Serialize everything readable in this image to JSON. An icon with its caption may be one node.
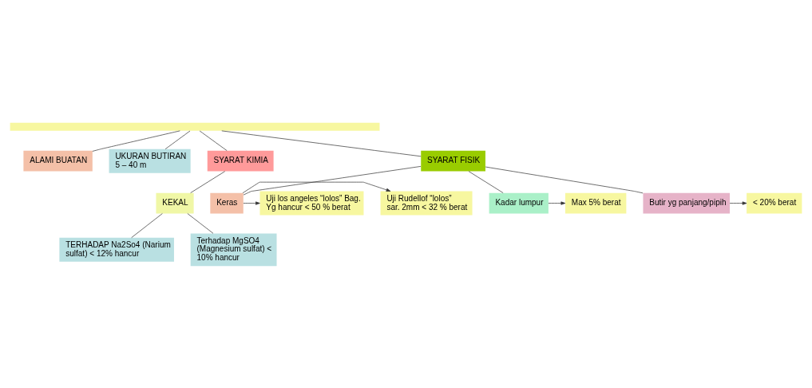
{
  "diagram": {
    "nodes": [
      {
        "text": [],
        "shape": "bar"
      },
      {
        "text": [
          "ALAMI BUATAN"
        ]
      },
      {
        "text": [
          "UKURAN BUTIRAN",
          "5 – 40 m"
        ]
      },
      {
        "text": [
          "SYARAT KIMIA"
        ]
      },
      {
        "text": [
          "KEKAL"
        ]
      },
      {
        "text": [
          "TERHADAP Na2So4 (Narium sulfat) < 12% hancur"
        ]
      },
      {
        "text": [
          "Terhadap MgSO4 (Magnesium sulfat) < 10% hancur"
        ]
      },
      {
        "text": [
          "SYARAT FISIK"
        ]
      },
      {
        "text": [
          "Uji Rudellof “lolos” sar. 2mm < 32 % berat"
        ]
      },
      {
        "text": [
          "Uji los angeles “lolos” Bag. Yg hancur < 50 % berat"
        ]
      },
      {
        "text": [
          "Keras"
        ]
      },
      {
        "text": [
          "Kadar lumpur"
        ]
      },
      {
        "text": [
          "Max 5% berat"
        ]
      },
      {
        "text": [
          "Butir yg panjang/pipih"
        ]
      },
      {
        "text": [
          "< 20% berat"
        ]
      }
    ],
    "edges": [
      {
        "from": 0,
        "to": 1,
        "arrow": "none"
      },
      {
        "from": 0,
        "to": 7,
        "arrow": "none"
      },
      {
        "from": 0,
        "to": 2,
        "arrow": "none"
      },
      {
        "from": 0,
        "to": 3,
        "arrow": "none"
      },
      {
        "from": 3,
        "to": 4,
        "arrow": "none"
      },
      {
        "from": 4,
        "to": 5,
        "arrow": "none"
      },
      {
        "from": 4,
        "to": 6,
        "arrow": "none"
      },
      {
        "from": 7,
        "to": 10,
        "arrow": "none"
      },
      {
        "from": 7,
        "to": 11,
        "arrow": "none"
      },
      {
        "from": 7,
        "to": 13,
        "arrow": "none"
      },
      {
        "from": 10,
        "to": 8,
        "arrow": "to"
      },
      {
        "from": 10,
        "to": 9,
        "arrow": "to"
      },
      {
        "from": 11,
        "to": 12,
        "arrow": "to"
      },
      {
        "from": 13,
        "to": 14,
        "arrow": "to"
      }
    ]
  }
}
